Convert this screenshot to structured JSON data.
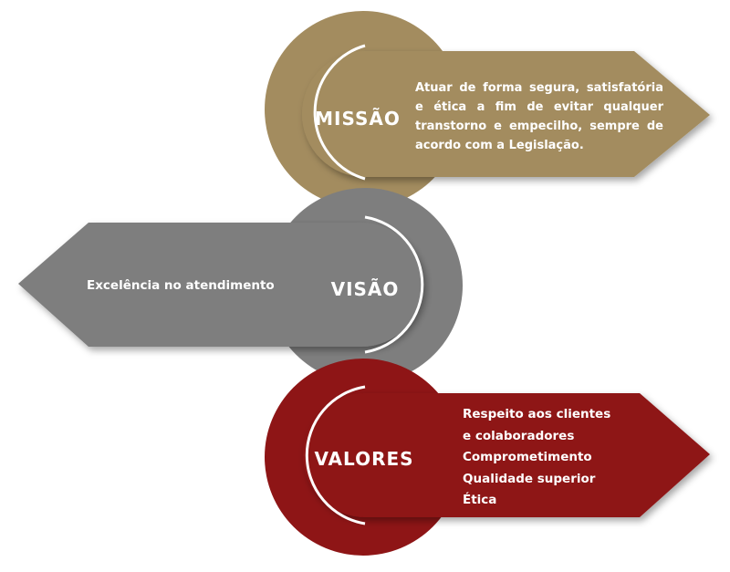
{
  "colors": {
    "gold": "#A38C5F",
    "gray": "#7E7E7E",
    "red": "#8E1516"
  },
  "missao": {
    "title": "MISSÃO",
    "text": "Atuar de forma segura, satisfatória e ética a fim de evitar qualquer transtorno e empecilho, sempre de acordo com a Legislação."
  },
  "visao": {
    "title": "VISÃO",
    "text": "Excelência no atendimento"
  },
  "valores": {
    "title": "VALORES",
    "items": [
      "Respeito aos clientes",
      "e colaboradores",
      "Comprometimento",
      "Qualidade superior",
      "Ética"
    ]
  }
}
